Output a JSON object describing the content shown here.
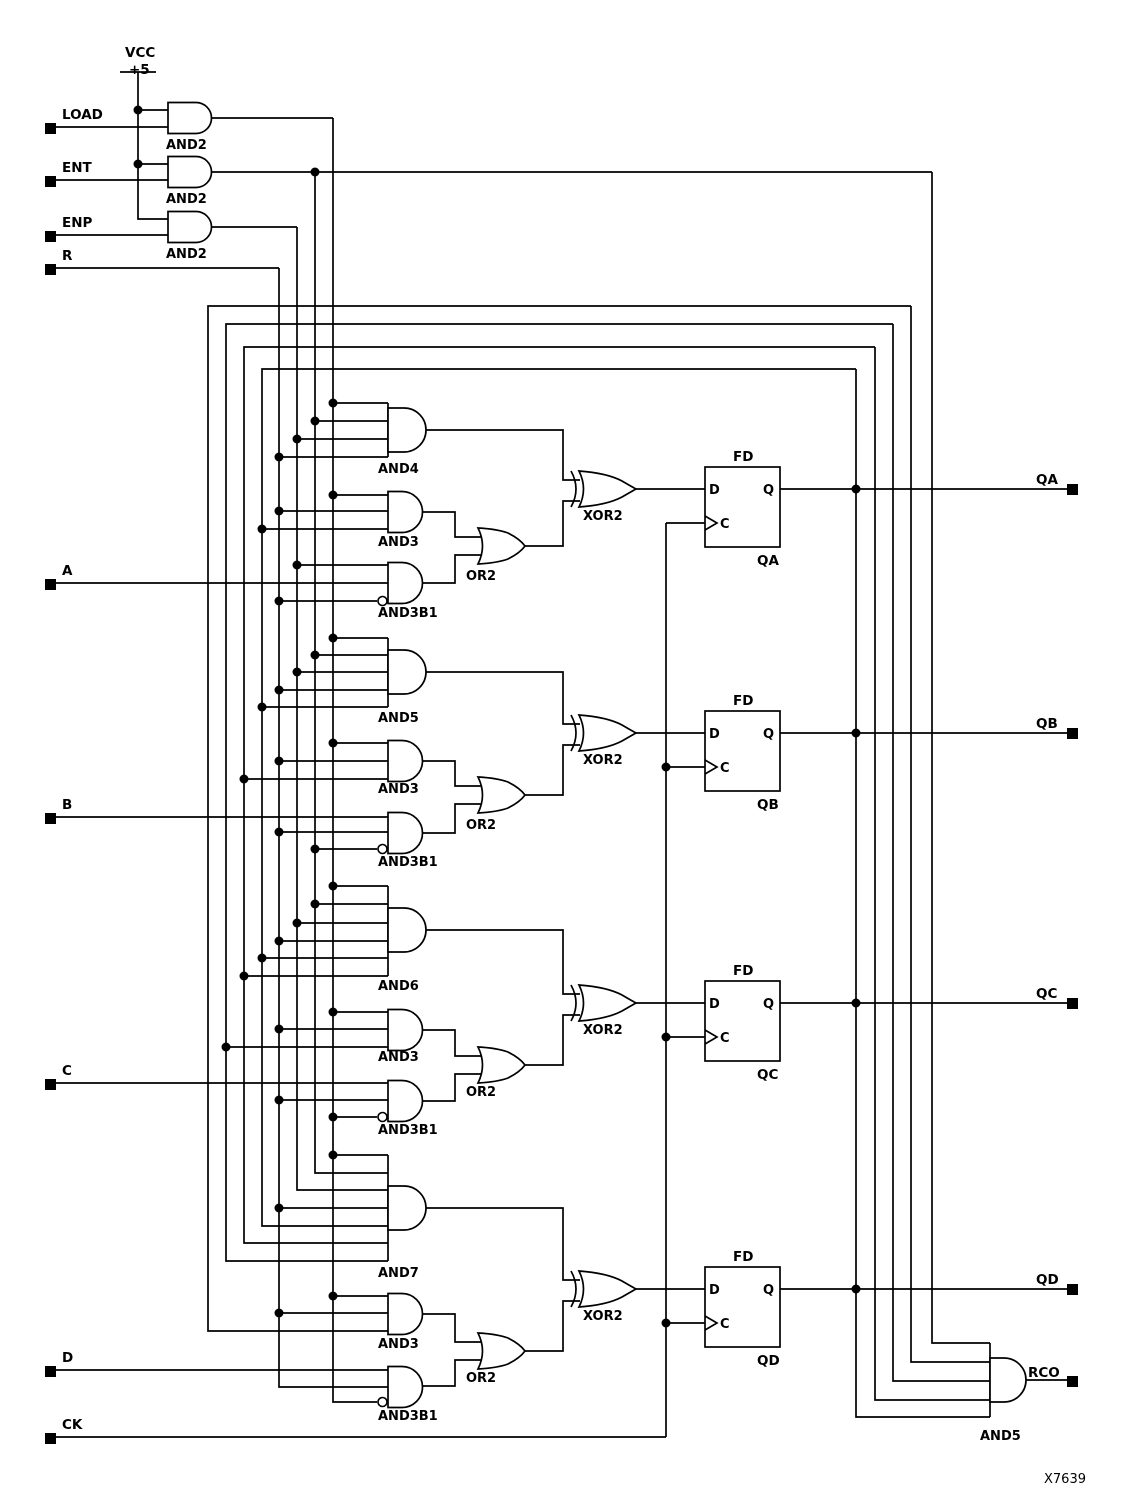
{
  "diagram": {
    "power": {
      "vcc": "VCC",
      "plus5": "+5"
    },
    "inputs": {
      "load": "LOAD",
      "ent": "ENT",
      "enp": "ENP",
      "r": "R",
      "a": "A",
      "b": "B",
      "c": "C",
      "d": "D",
      "ck": "CK"
    },
    "outputs": {
      "qa": "QA",
      "qb": "QB",
      "qc": "QC",
      "qd": "QD",
      "rco": "RCO"
    },
    "gate_labels": {
      "and2": "AND2",
      "and3": "AND3",
      "and3b1": "AND3B1",
      "and4": "AND4",
      "and5": "AND5",
      "and6": "AND6",
      "and7": "AND7",
      "or2": "OR2",
      "xor2": "XOR2",
      "fd": "FD",
      "rco_and": "AND5"
    },
    "ff": {
      "d": "D",
      "q": "Q",
      "c": "C",
      "qa": "QA",
      "qb": "QB",
      "qc": "QC",
      "qd": "QD"
    },
    "doc_number": "X7639"
  }
}
